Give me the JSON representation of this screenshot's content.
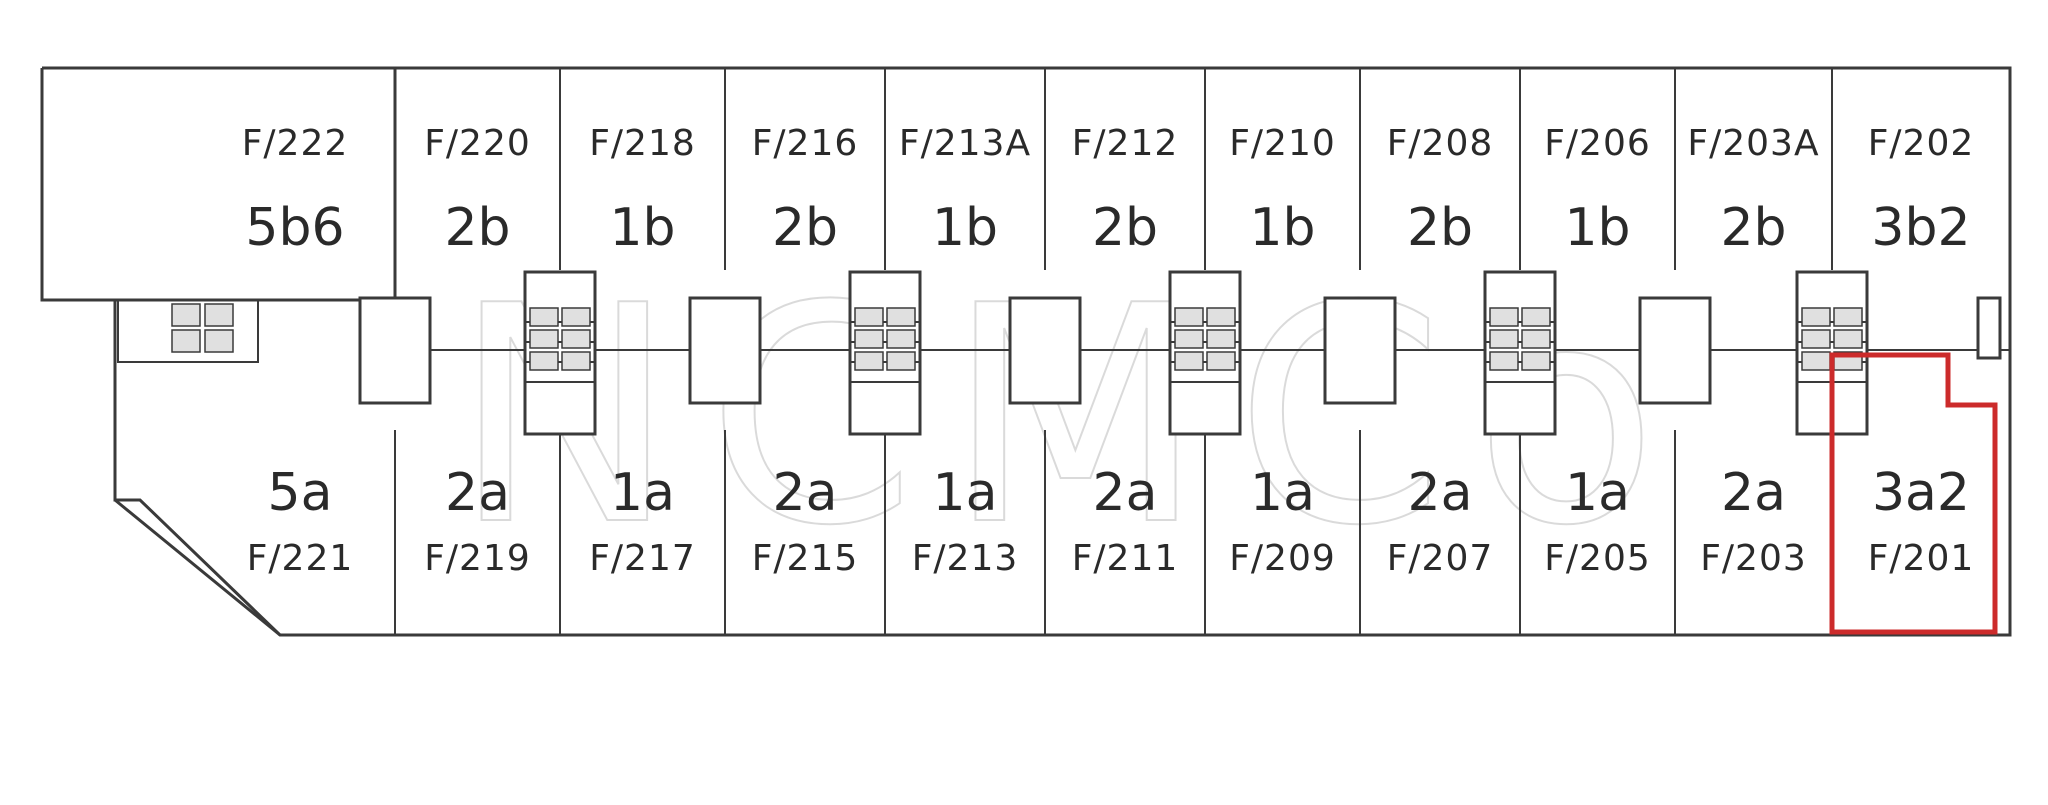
{
  "top_units": [
    {
      "code": "F/222",
      "type": "5b6"
    },
    {
      "code": "F/220",
      "type": "2b"
    },
    {
      "code": "F/218",
      "type": "1b"
    },
    {
      "code": "F/216",
      "type": "2b"
    },
    {
      "code": "F/213A",
      "type": "1b"
    },
    {
      "code": "F/212",
      "type": "2b"
    },
    {
      "code": "F/210",
      "type": "1b"
    },
    {
      "code": "F/208",
      "type": "2b"
    },
    {
      "code": "F/206",
      "type": "1b"
    },
    {
      "code": "F/203A",
      "type": "2b"
    },
    {
      "code": "F/202",
      "type": "3b2"
    }
  ],
  "bottom_units": [
    {
      "code": "F/221",
      "type": "5a"
    },
    {
      "code": "F/219",
      "type": "2a"
    },
    {
      "code": "F/217",
      "type": "1a"
    },
    {
      "code": "F/215",
      "type": "2a"
    },
    {
      "code": "F/213",
      "type": "1a"
    },
    {
      "code": "F/211",
      "type": "2a"
    },
    {
      "code": "F/209",
      "type": "1a"
    },
    {
      "code": "F/207",
      "type": "2a"
    },
    {
      "code": "F/205",
      "type": "1a"
    },
    {
      "code": "F/203",
      "type": "2a"
    },
    {
      "code": "F/201",
      "type": "3a2",
      "highlighted": true
    }
  ],
  "watermark": "NCMCo",
  "colors": {
    "wall": "#3a3a3a",
    "highlight": "#cc2b2b",
    "watermark": "#bdbdbd"
  }
}
